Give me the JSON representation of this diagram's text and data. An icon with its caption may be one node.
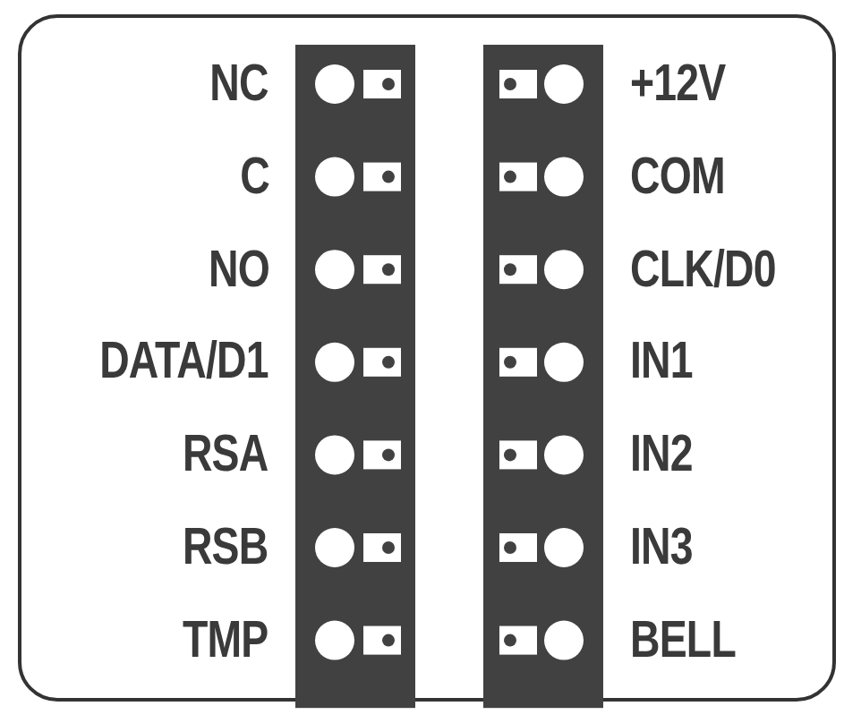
{
  "diagram": {
    "labels": [
      "NC",
      "+12V",
      "C",
      "COM",
      "NO",
      "CLK/D0",
      "DATA/D1",
      "IN1",
      "RSA",
      "IN2",
      "RSB",
      "IN3",
      "TMP",
      "BELL"
    ]
  }
}
